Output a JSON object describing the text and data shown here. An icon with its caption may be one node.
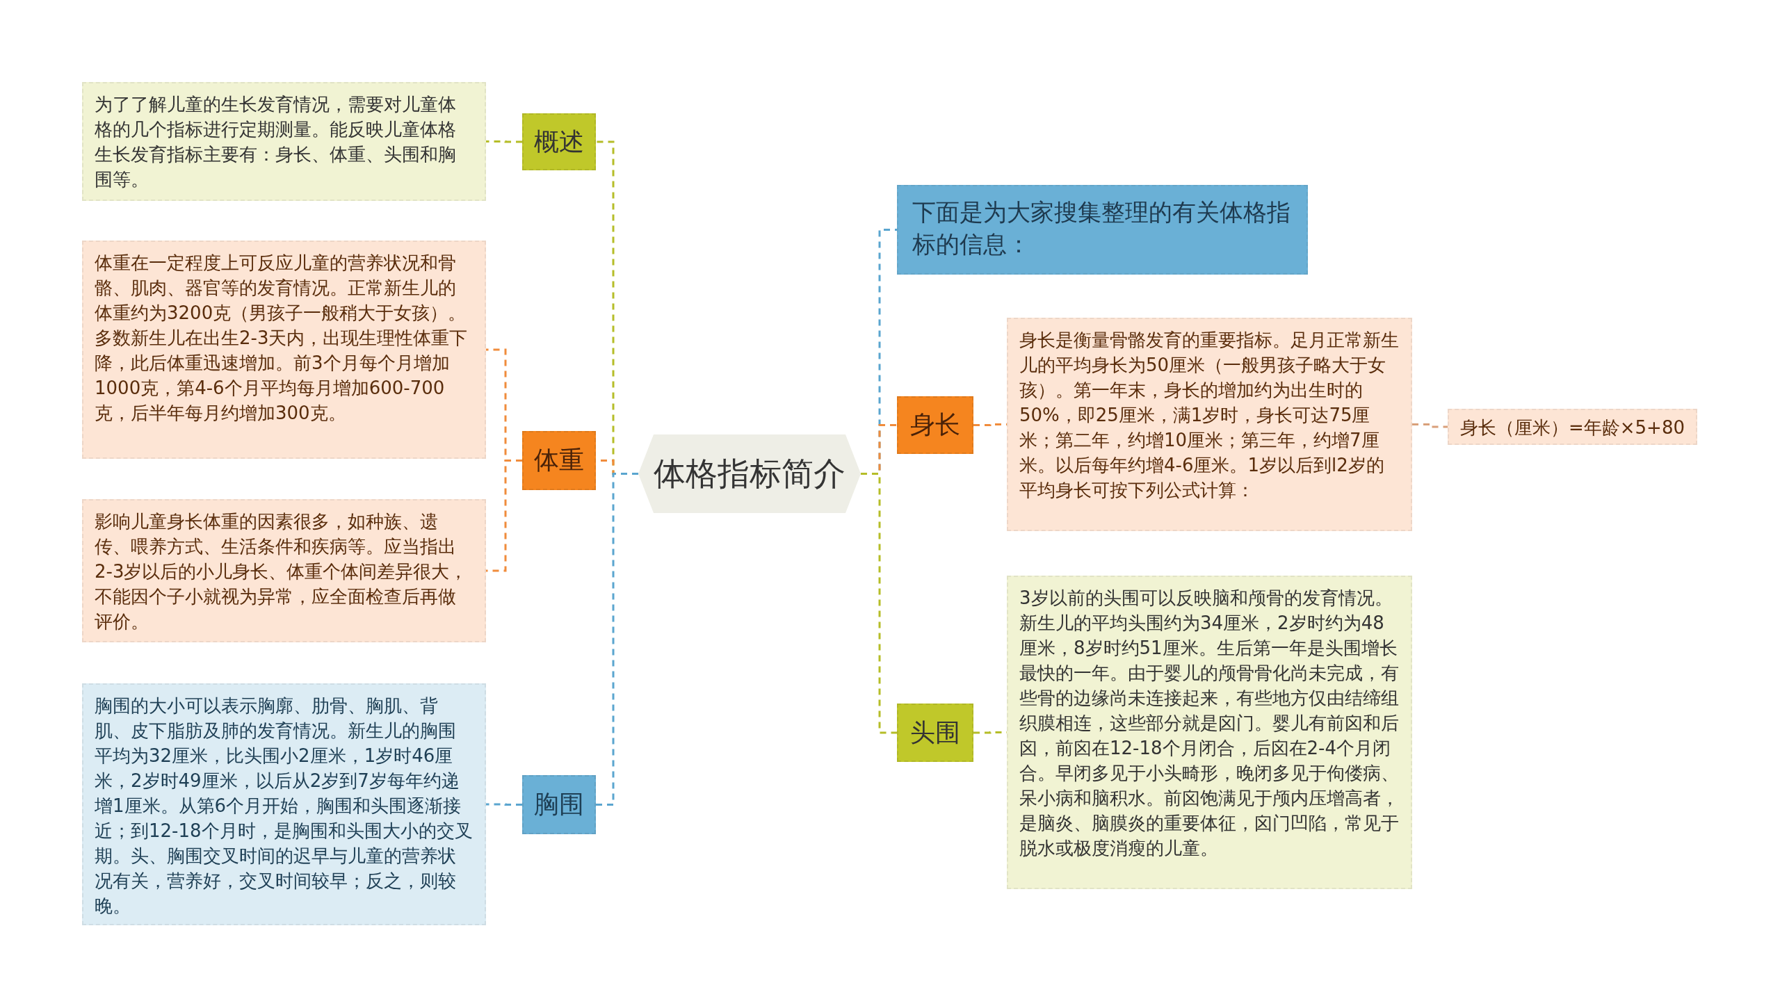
{
  "diagram": {
    "nodes": [
      {
        "text": [
          "体格指标简介"
        ]
      },
      {
        "text": [
          "概述"
        ]
      },
      {
        "text": [
          "为了了解儿童的生长发育情况，需要对儿童体格的几个指标进行定期测量。能反映儿童体格生长发育指标主要有：身长、体重、头围和胸围等。"
        ]
      },
      {
        "text": [
          "体重"
        ]
      },
      {
        "text": [
          "体重在一定程度上可反应儿童的营养状况和骨骼、肌肉、器官等的发育情况。正常新生儿的体重约为3200克（男孩子一般稍大于女孩）。多数新生儿在出生2-3天内，出现生理性体重下降，此后体重迅速增加。前3个月每个月增加1000克，第4-6个月平均每月增加600-700克，后半年每月约增加300克。"
        ]
      },
      {
        "text": [
          "影响儿童身长体重的因素很多，如种族、遗传、喂养方式、生活条件和疾病等。应当指出2-3岁以后的小儿身长、体重个体间差异很大，不能因个子小就视为异常，应全面检查后再做评价。"
        ]
      },
      {
        "text": [
          "胸围"
        ]
      },
      {
        "text": [
          "胸围的大小可以表示胸廓、肋骨、胸肌、背肌、皮下脂肪及肺的发育情况。新生儿的胸围平均为32厘米，比头围小2厘米，1岁时46厘米，2岁时49厘米，以后从2岁到7岁每年约递增1厘米。从第6个月开始，胸围和头围逐渐接近；到12-18个月时，是胸围和头围大小的交叉期。头、胸围交叉时间的迟早与儿童的营养状况有关，营养好，交叉时间较早；反之，则较晚。"
        ]
      },
      {
        "text": [
          "下面是为大家搜集整理的有关体格指标的信息："
        ]
      },
      {
        "text": [
          "身长"
        ]
      },
      {
        "text": [
          "身长是衡量骨骼发育的重要指标。足月正常新生儿的平均身长为50厘米（一般男孩子略大于女孩）。第一年末，身长的增加约为出生时的50%，即25厘米，满1岁时，身长可达75厘米；第二年，约增10厘米；第三年，约增7厘米。以后每年约增4-6厘米。1岁以后到l2岁的平均身长可按下列公式计算："
        ]
      },
      {
        "text": [
          "身长（厘米）=年龄×5+80"
        ]
      },
      {
        "text": [
          "头围"
        ]
      },
      {
        "text": [
          "3岁以前的头围可以反映脑和颅骨的发育情况。新生儿的平均头围约为34厘米，2岁时约为48厘米，8岁时约51厘米。生后第一年是头围增长最快的一年。由于婴儿的颅骨骨化尚未完成，有些骨的边缘尚未连接起来，有些地方仅由结缔组织膜相连，这些部分就是囟门。婴儿有前囟和后囟，前囟在12-18个月闭合，后囟在2-4个月闭合。早闭多见于小头畸形，晚闭多见于佝偻病、呆小病和脑积水。前囟饱满见于颅内压增高者，是脑炎、脑膜炎的重要体征，囟门凹陷，常见于脱水或极度消瘦的儿童。"
        ]
      }
    ],
    "edges": [
      {
        "from": 0,
        "to": 1,
        "arrow": "none",
        "style": "dashed",
        "color": "#b5bd28"
      },
      {
        "from": 1,
        "to": 2,
        "arrow": "none",
        "style": "dashed",
        "color": "#b5bd28"
      },
      {
        "from": 0,
        "to": 3,
        "arrow": "none",
        "style": "dashed",
        "color": "#f08c3c"
      },
      {
        "from": 3,
        "to": 4,
        "arrow": "none",
        "style": "dashed",
        "color": "#f08c3c"
      },
      {
        "from": 3,
        "to": 5,
        "arrow": "none",
        "style": "dashed",
        "color": "#f08c3c"
      },
      {
        "from": 0,
        "to": 6,
        "arrow": "none",
        "style": "dashed",
        "color": "#5aa5cf"
      },
      {
        "from": 6,
        "to": 7,
        "arrow": "none",
        "style": "dashed",
        "color": "#5aa5cf"
      },
      {
        "from": 0,
        "to": 8,
        "arrow": "none",
        "style": "dashed",
        "color": "#5aa5cf"
      },
      {
        "from": 0,
        "to": 9,
        "arrow": "none",
        "style": "dashed",
        "color": "#f08c3c"
      },
      {
        "from": 9,
        "to": 10,
        "arrow": "none",
        "style": "dashed",
        "color": "#f08c3c"
      },
      {
        "from": 10,
        "to": 11,
        "arrow": "none",
        "style": "dashed",
        "color": "#d9a07a"
      },
      {
        "from": 0,
        "to": 12,
        "arrow": "none",
        "style": "dashed",
        "color": "#b5bd28"
      },
      {
        "from": 12,
        "to": 13,
        "arrow": "none",
        "style": "dashed",
        "color": "#b5bd28"
      }
    ]
  }
}
